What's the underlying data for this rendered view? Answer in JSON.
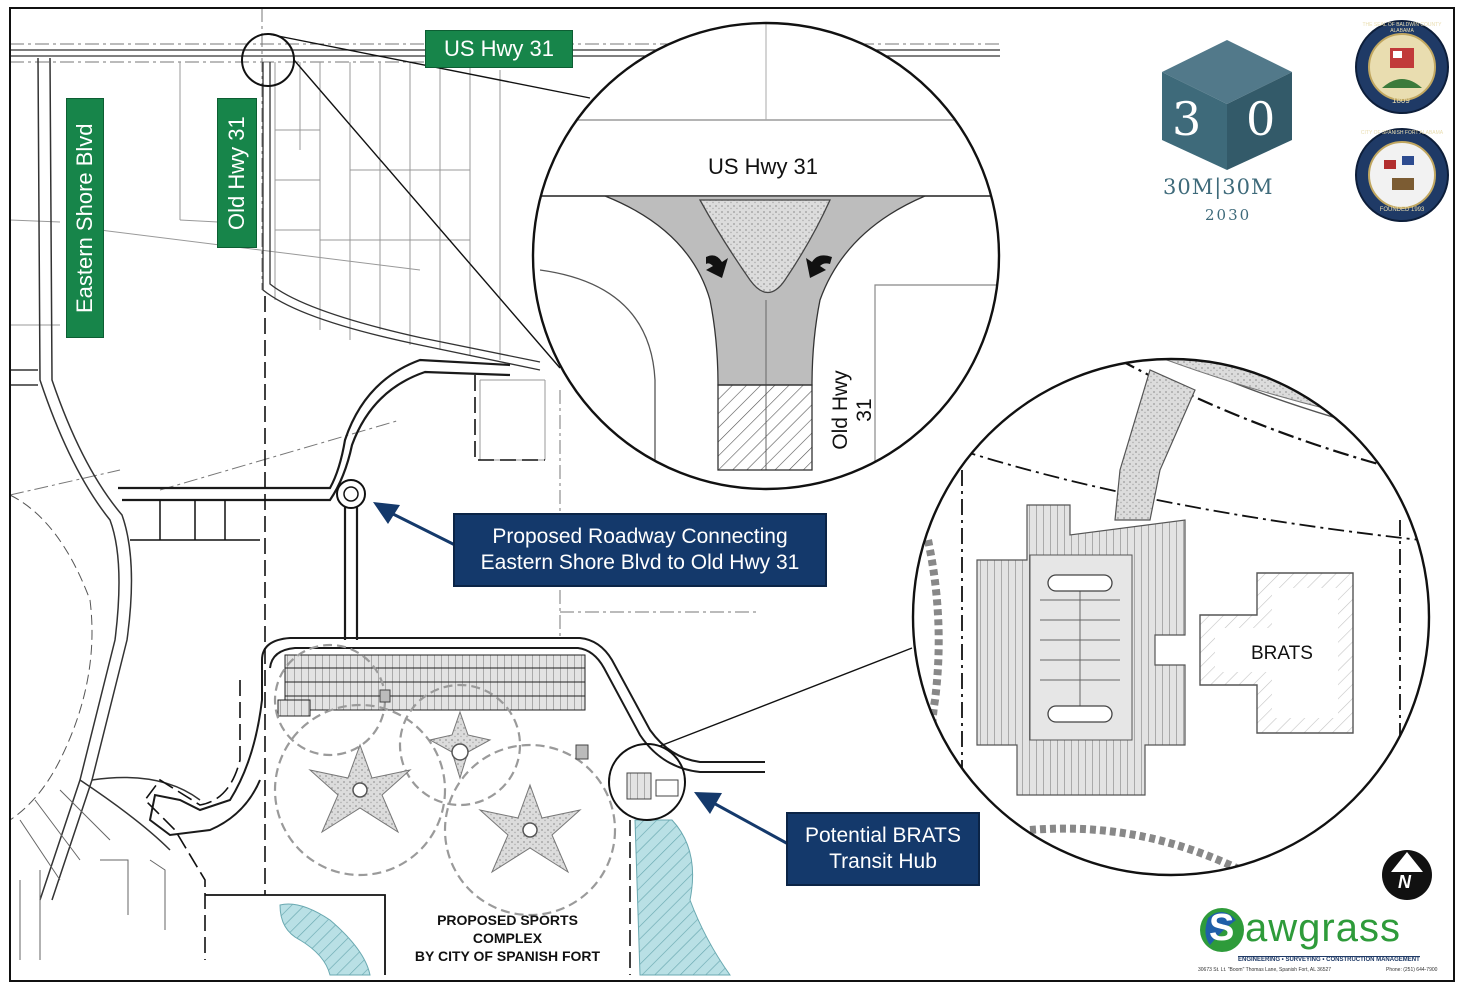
{
  "map": {
    "road_signs": {
      "us_hwy_31": "US Hwy 31",
      "old_hwy_31": "Old Hwy 31",
      "eastern_shore_blvd": "Eastern Shore Blvd"
    },
    "callouts": {
      "proposed_roadway": [
        "Proposed Roadway Connecting",
        "Eastern Shore Blvd to Old Hwy 31"
      ],
      "brats_hub": [
        "Potential BRATS",
        "Transit Hub"
      ]
    },
    "inset_intersection": {
      "top_road_label": "US Hwy 31",
      "side_road_label": "Old Hwy 31"
    },
    "inset_transit": {
      "building_label": "BRATS"
    },
    "sports_complex_label": [
      "PROPOSED SPORTS",
      "COMPLEX",
      "BY CITY OF SPANISH FORT"
    ]
  },
  "branding": {
    "logo_30_left": "3",
    "logo_30_right": "0",
    "logo_tagline": "30M|30M",
    "logo_year": "2030",
    "seal_baldwin_year": "1809",
    "seal_baldwin_ring_text": "THE SEAL OF BALDWIN COUNTY ALABAMA",
    "seal_spanish_fort_ring_text": "CITY OF SPANISH FORT ALABAMA",
    "seal_spanish_fort_founded": "FOUNDED 1993",
    "firm_name_s": "S",
    "firm_name_rest": "awgrass",
    "firm_tagline": "ENGINEERING • SURVEYING • CONSTRUCTION MANAGEMENT",
    "firm_address": "30673 St. Lt. \"Boom\" Thomas Lane, Spanish Fort, AL 36527",
    "firm_phone": "Phone: (251) 644-7900"
  },
  "compass": {
    "letter": "N"
  },
  "colors": {
    "sign_green": "#17854a",
    "callout_navy": "#14396b",
    "pavement_gray": "#bdbdbd",
    "water_teal": "#9fd3da",
    "logo_teal": "#3e6a7a",
    "sawgrass_green": "#2e9b3a"
  }
}
